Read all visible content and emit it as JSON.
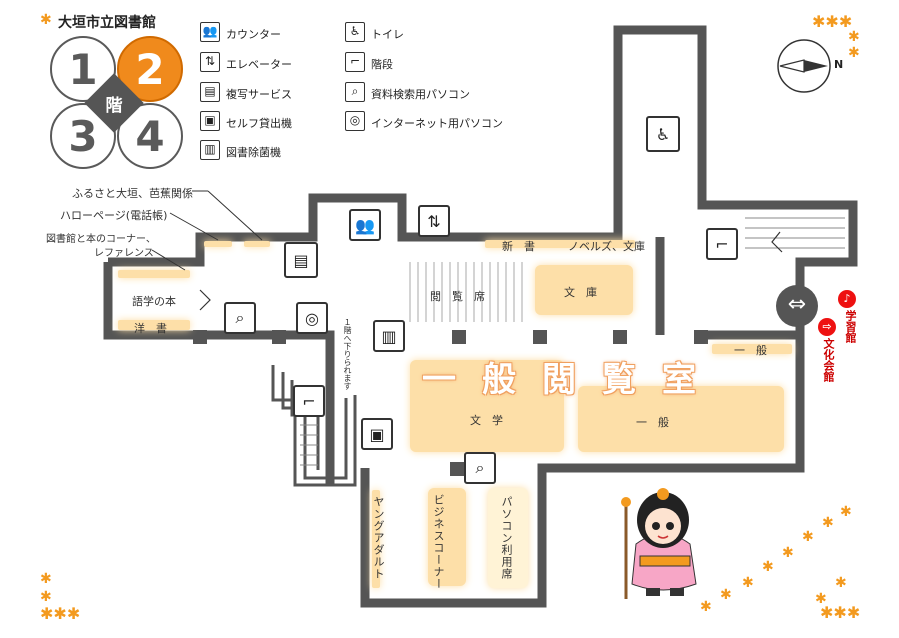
{
  "header": {
    "title": "大垣市立図書館"
  },
  "floors": {
    "items": [
      "1",
      "2",
      "3",
      "4"
    ],
    "current": "2",
    "kai_label": "階"
  },
  "legend": {
    "items": [
      {
        "icon": "counter-icon",
        "glyph": "👥",
        "label": "カウンター"
      },
      {
        "icon": "elevator-icon",
        "glyph": "⇅",
        "label": "エレベーター"
      },
      {
        "icon": "copy-service-icon",
        "glyph": "▤",
        "label": "複写サービス"
      },
      {
        "icon": "self-checkout-icon",
        "glyph": "📖",
        "label": "セルフ貸出機"
      },
      {
        "icon": "book-sanitizer-icon",
        "glyph": "▥",
        "label": "図書除菌機"
      },
      {
        "icon": "toilet-icon",
        "glyph": "🚻",
        "label": "トイレ"
      },
      {
        "icon": "stairs-icon",
        "glyph": "⌐",
        "label": "階段"
      },
      {
        "icon": "search-pc-icon",
        "glyph": "🔍",
        "label": "資料検索用パソコン"
      },
      {
        "icon": "internet-pc-icon",
        "glyph": "🌐",
        "label": "インターネット用パソコン"
      }
    ]
  },
  "annotations": {
    "furusato": "ふるさと大垣、芭蕉関係",
    "hello_page": "ハローページ(電話帳)",
    "library_corner": "図書館と本のコーナー、",
    "reference": "レファレンス"
  },
  "areas": {
    "gogaku": "語学の本",
    "yosho": "洋　書",
    "shinsho": "新　書",
    "novels": "ノベルズ、文庫",
    "etsuran": "閲　覧　席",
    "bunko": "文　庫",
    "main_hall": "一般閲覧室",
    "ippan_small": "一　般",
    "bungaku": "文　学",
    "ippan": "一　般",
    "young_adult": "ヤングアダルト",
    "business": "ビジネスコーナー",
    "pc_seats": "パソコン利用席",
    "stairs_down": "１階へ下りられます"
  },
  "exits": {
    "gakushukan": "学習館",
    "bunka_kaikan": "文化会館"
  },
  "compass": {
    "north": "N"
  },
  "colors": {
    "accent": "#f08a1c",
    "zone": "#fddfa8",
    "wall": "#555555",
    "exit": "#e11111"
  }
}
